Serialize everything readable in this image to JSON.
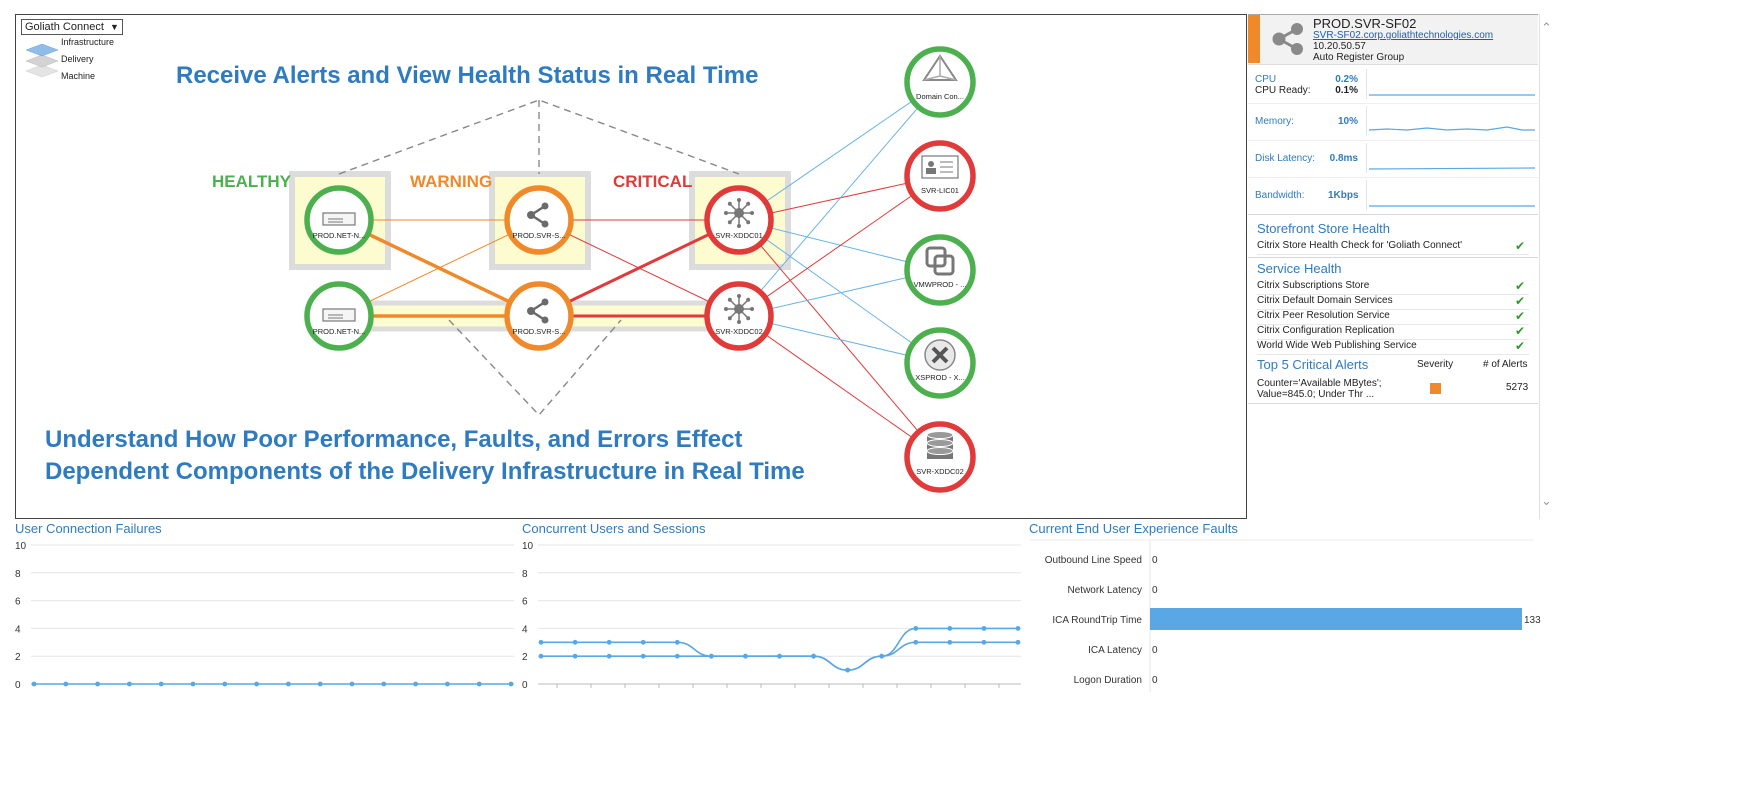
{
  "selector": {
    "value": "Goliath Connect"
  },
  "layers": [
    "Infrastructure",
    "Delivery",
    "Machine"
  ],
  "headline_top": "Receive Alerts and View Health Status in Real Time",
  "headline_bottom_1": "Understand How Poor Performance, Faults, and Errors Effect",
  "headline_bottom_2": "Dependent Components of the Delivery Infrastructure in Real Time",
  "status_labels": {
    "healthy": "HEALTHY",
    "warning": "WARNING",
    "critical": "CRITICAL"
  },
  "status_colors": {
    "healthy": "#4cb04f",
    "warning": "#f0892a",
    "critical": "#e03a3a",
    "accent": "#2f7bc0"
  },
  "nodes": {
    "net1": {
      "label": "PROD.NET-N...",
      "status": "healthy",
      "icon": "network-switch-icon"
    },
    "net2": {
      "label": "PROD.NET-N...",
      "status": "healthy",
      "icon": "network-switch-icon"
    },
    "sf1": {
      "label": "PROD.SVR-S...",
      "status": "warning",
      "icon": "share-icon"
    },
    "sf2": {
      "label": "PROD.SVR-S...",
      "status": "warning",
      "icon": "share-icon"
    },
    "ddc1": {
      "label": "SVR-XDDC01",
      "status": "critical",
      "icon": "hub-icon"
    },
    "ddc2": {
      "label": "SVR-XDDC02",
      "status": "critical",
      "icon": "hub-icon"
    },
    "dom": {
      "label": "Domain Con...",
      "status": "healthy",
      "icon": "domain-icon"
    },
    "lic": {
      "label": "SVR-LIC01",
      "status": "critical",
      "icon": "license-icon"
    },
    "vmw": {
      "label": "VMWPROD - ...",
      "status": "healthy",
      "icon": "vmware-icon"
    },
    "xs": {
      "label": "XSPROD - X...",
      "status": "healthy",
      "icon": "xenserver-icon"
    },
    "db": {
      "label": "SVR-XDDC02",
      "status": "critical",
      "icon": "database-icon"
    }
  },
  "panel": {
    "title": "PROD.SVR-SF02",
    "link": "SVR-SF02.corp.goliathtechnologies.com",
    "ip": "10.20.50.57",
    "group": "Auto Register Group",
    "metrics": [
      {
        "label": "CPU",
        "value": "0.2%"
      },
      {
        "label": "CPU Ready:",
        "value": "0.1%"
      },
      {
        "label": "Memory:",
        "value": "10%"
      },
      {
        "label": "Disk Latency:",
        "value": "0.8ms"
      },
      {
        "label": "Bandwidth:",
        "value": "1Kbps"
      }
    ],
    "storefront_title": "Storefront Store Health",
    "storefront_rows": [
      "Citrix Store Health Check for 'Goliath Connect'"
    ],
    "service_title": "Service Health",
    "service_rows": [
      "Citrix Subscriptions Store",
      "Citrix Default Domain Services",
      "Citrix Peer Resolution Service",
      "Citrix Configuration Replication",
      "World Wide Web Publishing Service"
    ],
    "alerts_title": "Top 5 Critical Alerts",
    "alerts_col_severity": "Severity",
    "alerts_col_count": "# of Alerts",
    "alert_text_1": "Counter='Available MBytes';",
    "alert_text_2": "Value=845.0; Under Thr  ...",
    "alert_count": "5273"
  },
  "chart_data": [
    {
      "type": "line",
      "title": "User Connection Failures",
      "ylim": [
        0,
        10
      ],
      "yticks": [
        "10",
        "8",
        "6",
        "4",
        "2",
        "0"
      ],
      "series": [
        {
          "values": [
            0,
            0,
            0,
            0,
            0,
            0,
            0,
            0,
            0,
            0,
            0,
            0,
            0,
            0,
            0,
            0
          ]
        }
      ]
    },
    {
      "type": "line",
      "title": "Concurrent Users and Sessions",
      "ylim": [
        0,
        10
      ],
      "yticks": [
        "10",
        "8",
        "6",
        "4",
        "2",
        "0"
      ],
      "series": [
        {
          "values": [
            3,
            3,
            3,
            3,
            3,
            2,
            2,
            2,
            2,
            1,
            2,
            3,
            3,
            3,
            3
          ]
        },
        {
          "values": [
            2,
            2,
            2,
            2,
            2,
            2,
            2,
            2,
            2,
            1,
            2,
            4,
            4,
            4,
            4
          ]
        }
      ]
    },
    {
      "type": "bar",
      "title": "Current End User Experience Faults",
      "categories": [
        "Outbound Line Speed",
        "Network Latency",
        "ICA RoundTrip Time",
        "ICA Latency",
        "Logon Duration"
      ],
      "values": [
        0,
        0,
        133,
        0,
        0
      ]
    }
  ]
}
